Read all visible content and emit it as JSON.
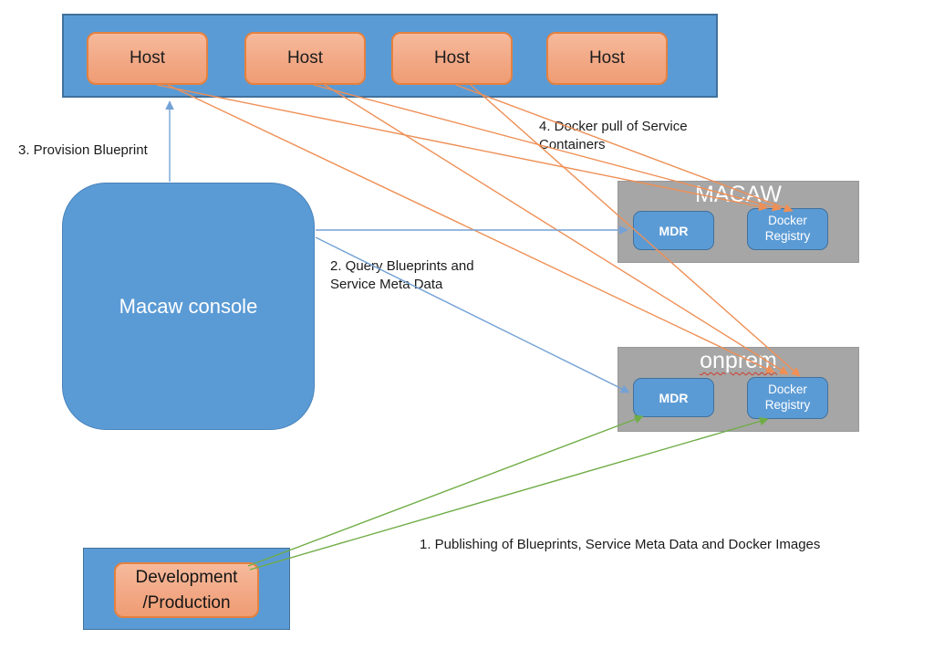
{
  "hosts": {
    "items": [
      "Host",
      "Host",
      "Host",
      "Host"
    ]
  },
  "console": {
    "label": "Macaw console"
  },
  "macaw_cloud": {
    "title": "MACAW",
    "mdr": "MDR",
    "registry": "Docker Registry"
  },
  "onprem": {
    "title": "onprem",
    "mdr": "MDR",
    "registry": "Docker Registry"
  },
  "dev": {
    "line1": "Development",
    "line2": "/Production"
  },
  "steps": {
    "publish": "1. Publishing of Blueprints, Service Meta Data and Docker Images",
    "query": "2. Query Blueprints and Service Meta Data",
    "provision": "3. Provision Blueprint",
    "docker_pull": "4. Docker pull of Service Containers"
  },
  "colors": {
    "box_blue": "#5B9BD5",
    "box_blue_border": "#41719C",
    "host_orange": "#F2A885",
    "host_orange_border": "#E5813F",
    "group_gray": "#A6A6A6",
    "arrow_orange": "#EF8F55",
    "arrow_green": "#70AD47",
    "arrow_blue": "#75A2D6",
    "spellcheck_red": "#D03A2B"
  }
}
